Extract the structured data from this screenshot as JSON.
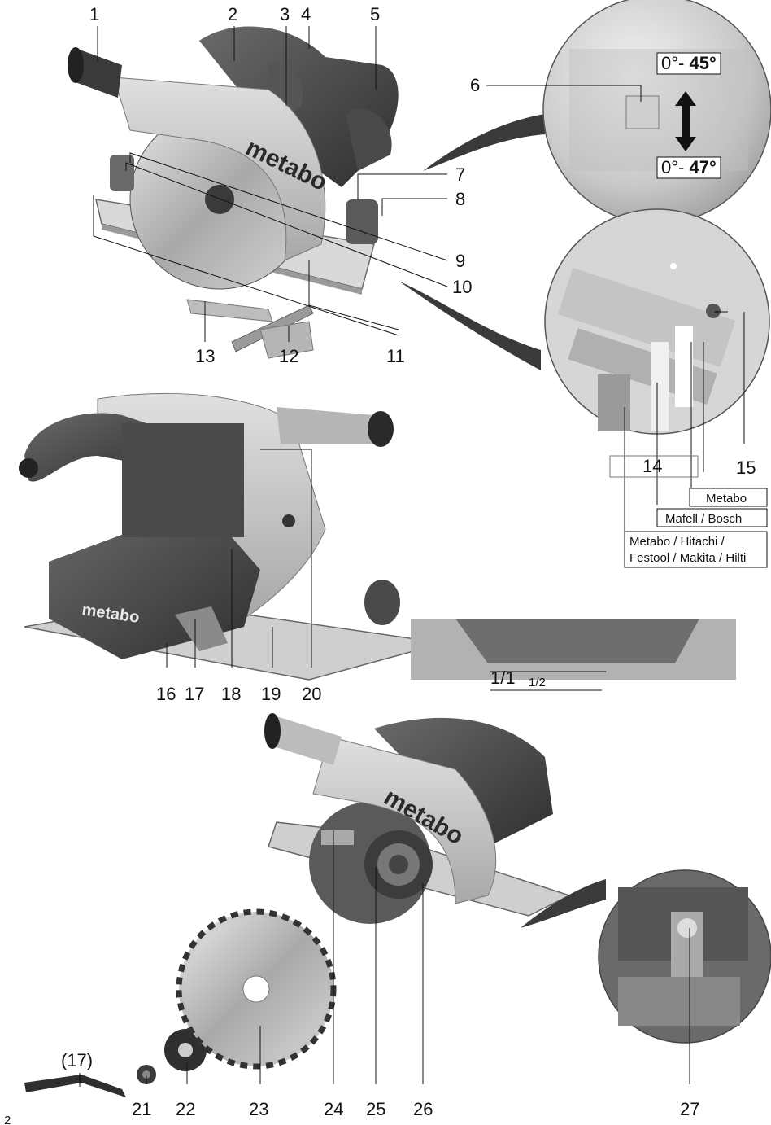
{
  "callouts": {
    "n1": "1",
    "n2": "2",
    "n3": "3",
    "n4": "4",
    "n5": "5",
    "n6": "6",
    "n7": "7",
    "n8": "8",
    "n9": "9",
    "n10": "10",
    "n11": "11",
    "n12": "12",
    "n13": "13",
    "n14": "14",
    "n15": "15",
    "n16": "16",
    "n17": "17",
    "n18": "18",
    "n19": "19",
    "n20": "20",
    "n21": "21",
    "n22": "22",
    "n23": "23",
    "n24": "24",
    "n25": "25",
    "n26": "26",
    "n27": "27",
    "n17b": "(17)"
  },
  "bevel": {
    "top_a": "0°- ",
    "top_b": "45°",
    "bottom_a": "0°- ",
    "bottom_b": "47°"
  },
  "rails": {
    "r1": "Metabo",
    "r2": "Mafell / Bosch",
    "r3a": "Metabo / Hitachi /",
    "r3b": "Festool / Makita / Hilti"
  },
  "depth": {
    "full": "1/1",
    "half": "1/2"
  },
  "brand": "metabo",
  "page_number": "2"
}
